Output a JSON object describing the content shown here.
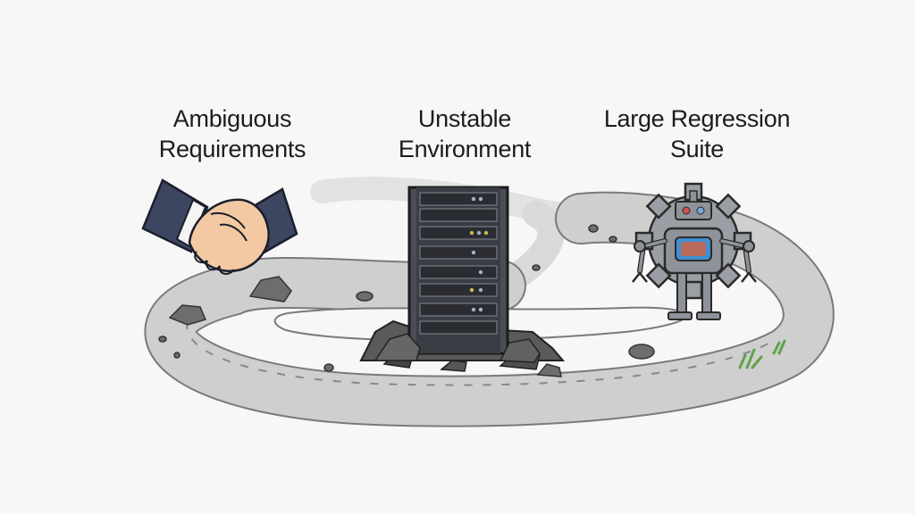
{
  "obstacles": [
    {
      "line1": "Ambiguous",
      "line2": "Requirements",
      "icon": "handshake-icon"
    },
    {
      "line1": "Unstable",
      "line2": "Environment",
      "icon": "server-rack-icon"
    },
    {
      "line1": "Large Regression",
      "line2": "Suite",
      "icon": "robot-gear-icon"
    }
  ],
  "colors": {
    "background": "#f7f7f7",
    "road": "#cfcfcf",
    "road_outline": "#7a7a7a",
    "server": "#4a4d55",
    "sleeve": "#3d4660",
    "skin": "#f3c9a3",
    "robot": "#8e9299",
    "robot_screen": "#3f8fd1",
    "grass": "#5ea34a"
  }
}
